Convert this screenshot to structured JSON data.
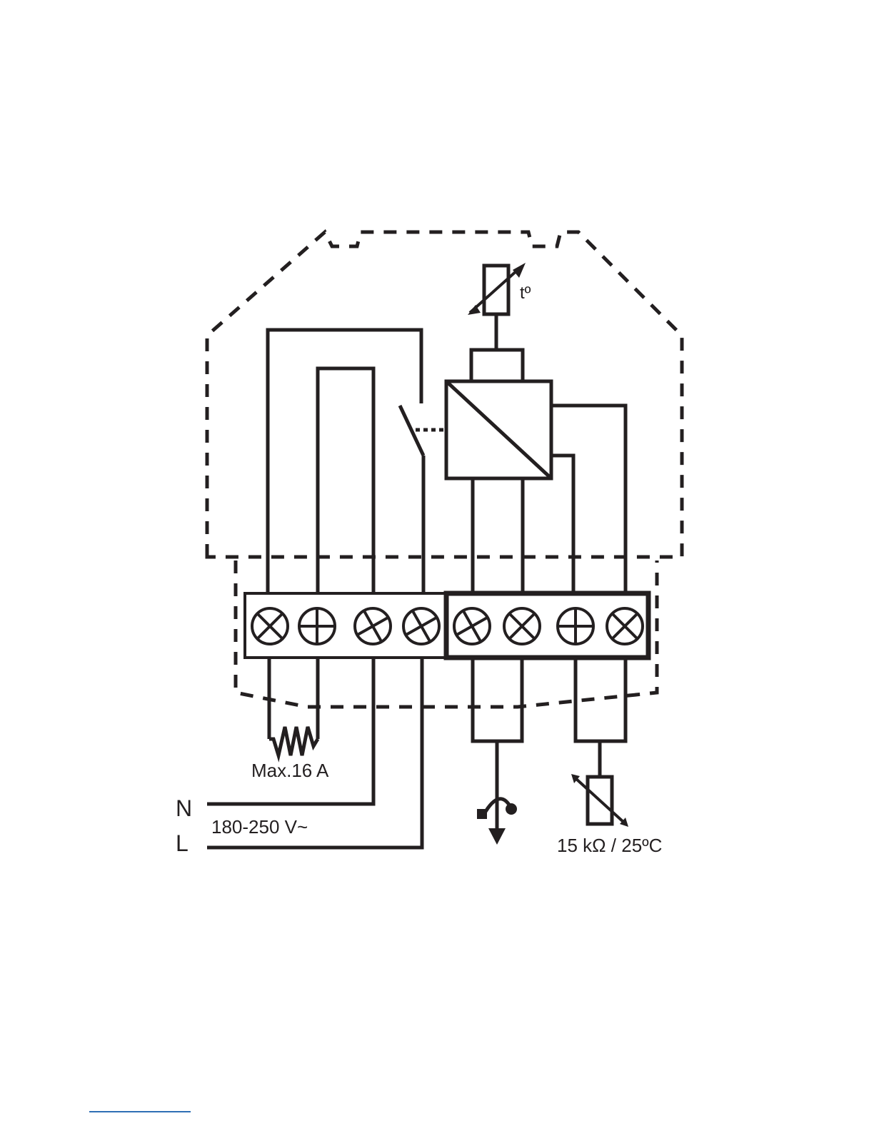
{
  "labels": {
    "room_sensor": "tº",
    "load_rating": "Max.16 A",
    "neutral": "N",
    "line": "L",
    "supply_voltage": "180-250 V~",
    "floor_sensor": "15 kΩ / 25ºC"
  },
  "colors": {
    "ink": "#231f20",
    "footer_rule": "#2f6fb5"
  },
  "terminals": {
    "left_block": [
      "cross",
      "plus",
      "cross",
      "cross"
    ],
    "right_block": [
      "cross",
      "cross",
      "plus",
      "cross"
    ]
  }
}
